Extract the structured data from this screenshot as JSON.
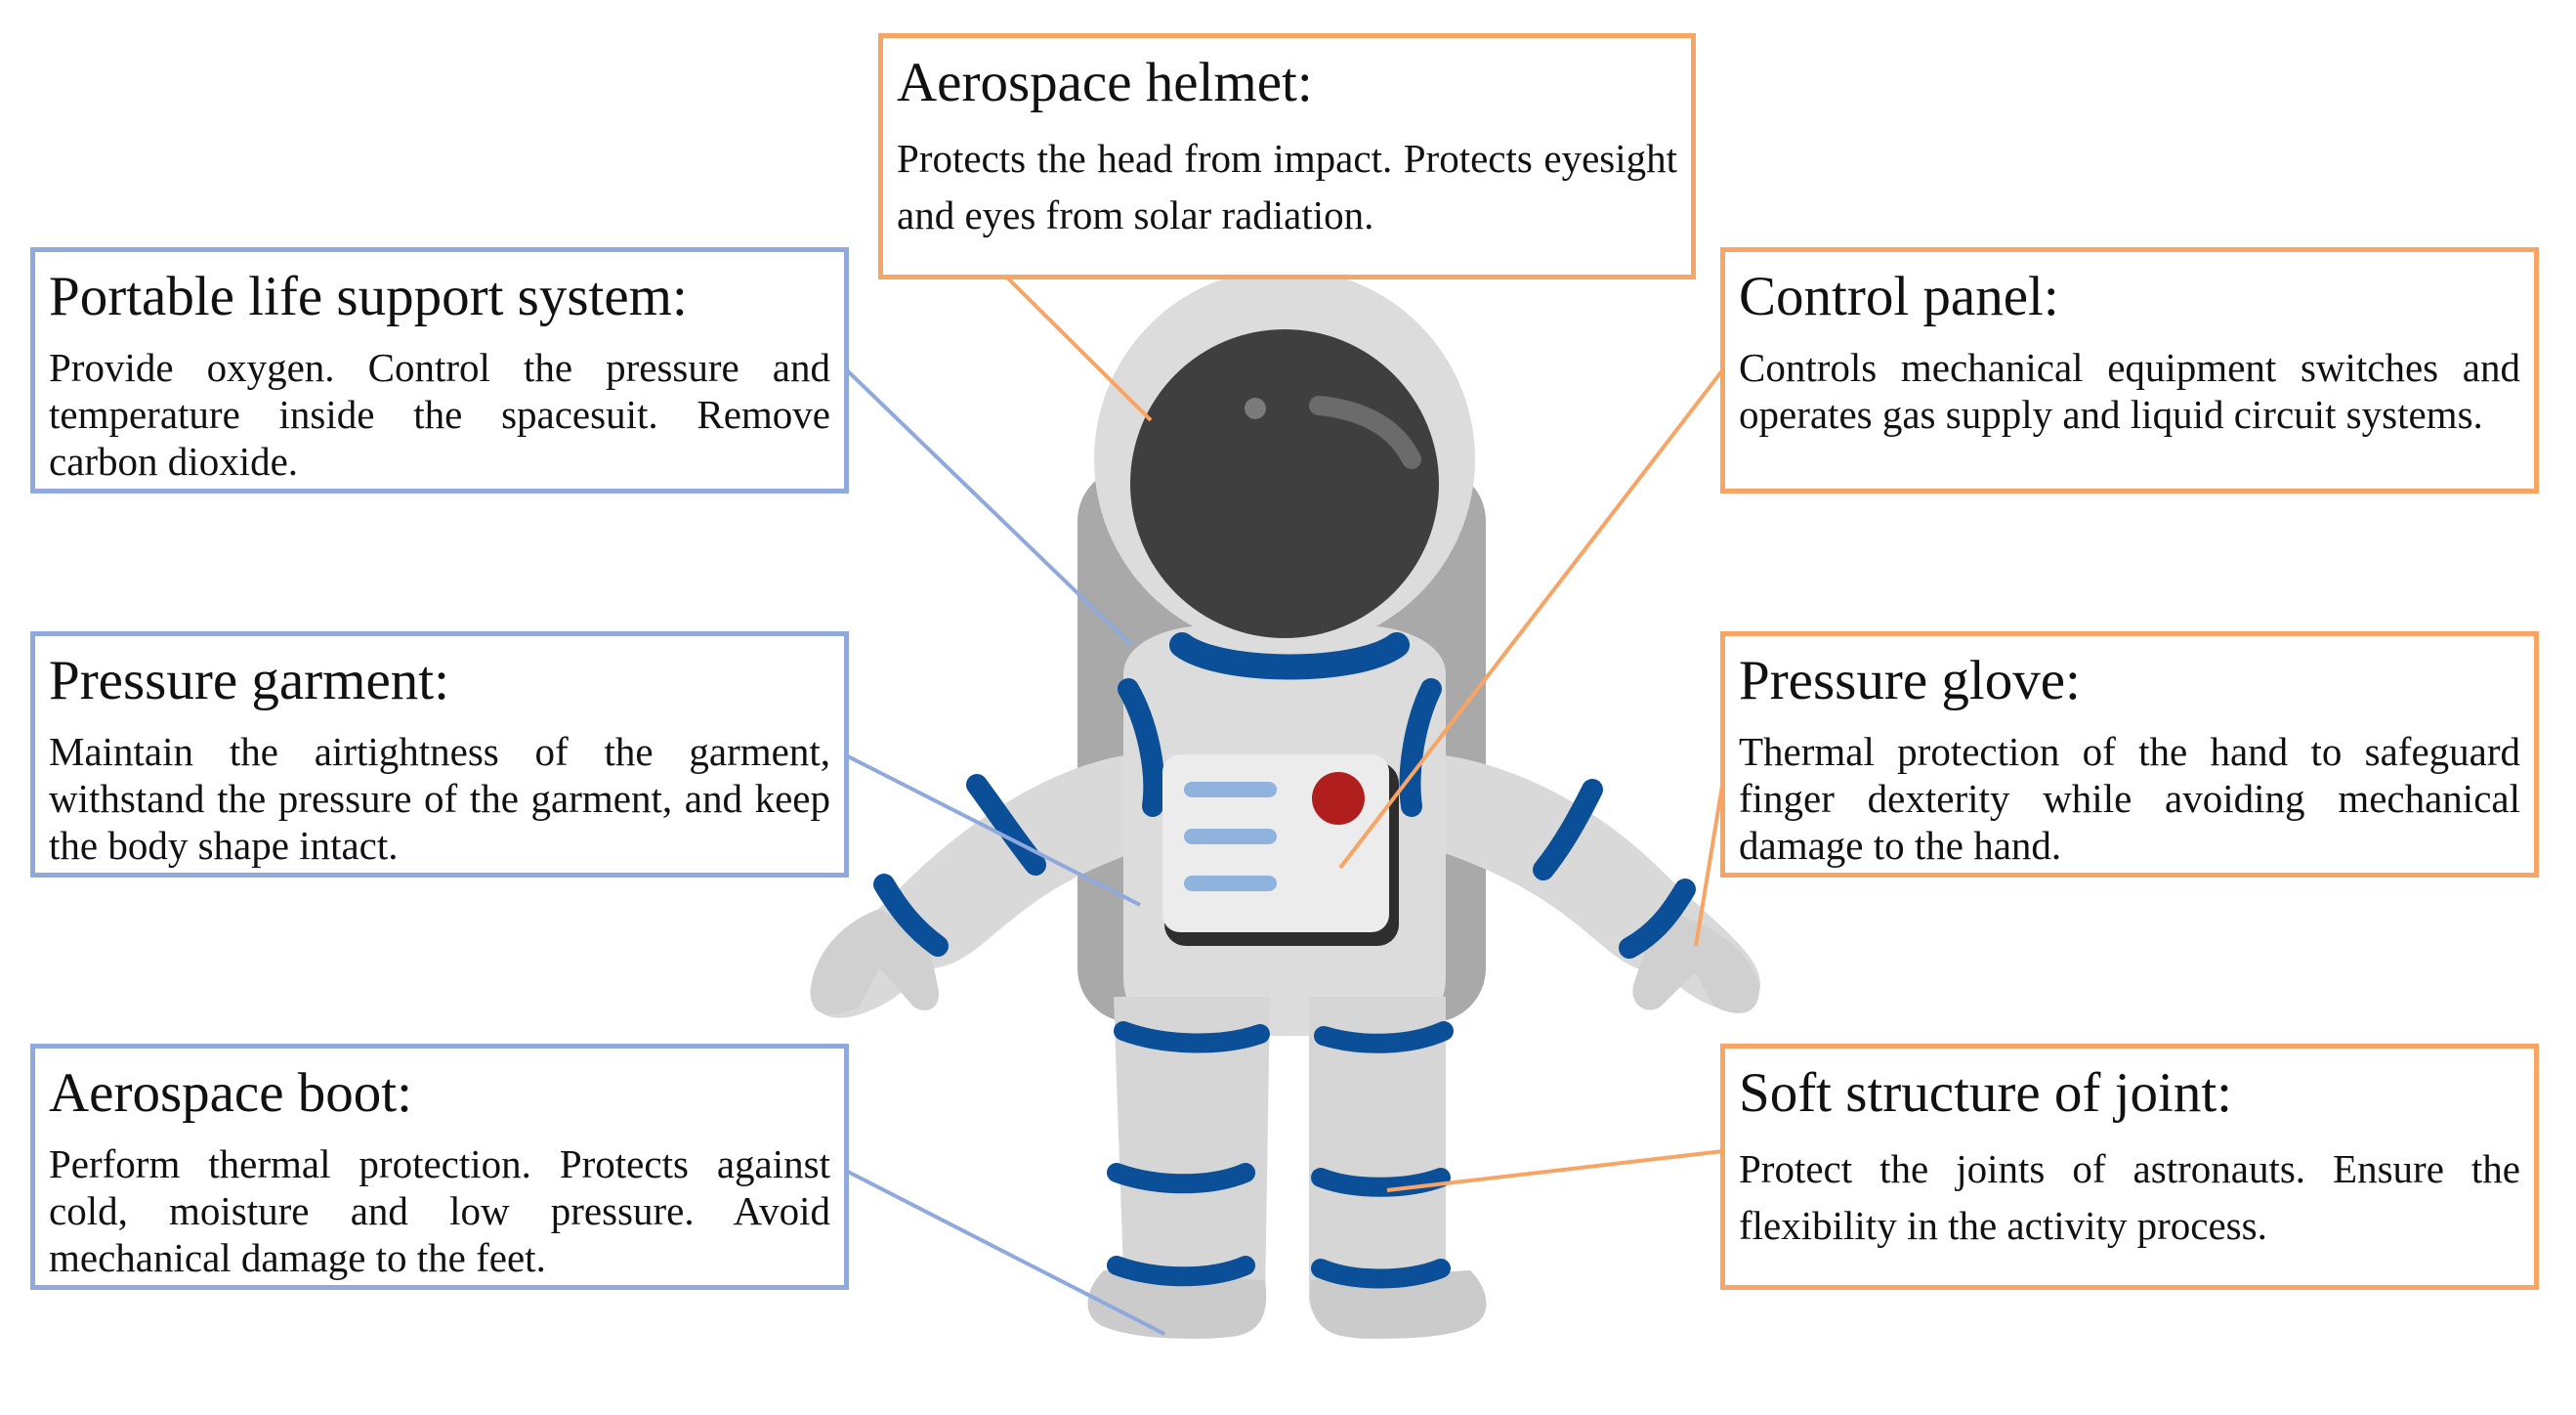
{
  "colors": {
    "blue_border": "#8fa9dc",
    "orange_border": "#f7a464",
    "suit_stripe": "#0b4f99",
    "suit_light": "#d9d9d9",
    "backpack": "#a9a9a9",
    "visor": "#3f3f3f",
    "panel_button": "#b01e1e",
    "panel_bars": "#8fb3dd"
  },
  "callouts": {
    "helmet": {
      "title": "Aerospace helmet:",
      "body": "Protects the head from impact. Protects eyesight and eyes from solar radiation."
    },
    "life_support": {
      "title": "Portable life support system:",
      "body": "Provide oxygen. Control the pressure and temperature inside the spacesuit. Remove carbon dioxide."
    },
    "control_panel": {
      "title": "Control panel:",
      "body": "Controls mechanical equipment switches and operates gas supply and liquid circuit systems."
    },
    "pressure_garment": {
      "title": "Pressure garment:",
      "body": "Maintain the airtightness of the garment, withstand the pressure of the garment, and keep the body shape intact."
    },
    "pressure_glove": {
      "title": "Pressure glove:",
      "body": "Thermal protection of the hand to safeguard finger dexterity while avoiding mechanical damage to the hand."
    },
    "boot": {
      "title": "Aerospace boot:",
      "body": "Perform thermal protection. Protects against cold, moisture and low pressure. Avoid mechanical damage to the feet."
    },
    "joint": {
      "title": "Soft structure of joint:",
      "body": "Protect the joints of astronauts. Ensure the flexibility in the activity process."
    }
  }
}
